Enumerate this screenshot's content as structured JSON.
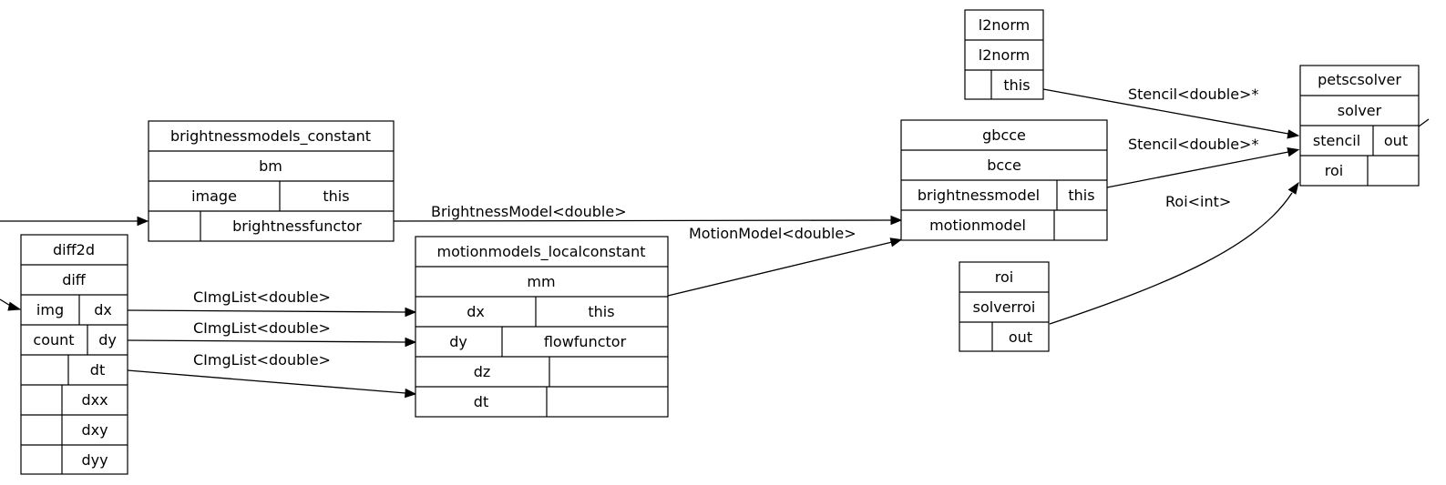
{
  "nodes": {
    "l2norm": {
      "type": "l2norm",
      "name": "l2norm",
      "ports": [
        "",
        "this"
      ]
    },
    "petscsolver": {
      "type": "petscsolver",
      "name": "solver",
      "ports": [
        "stencil",
        "out",
        "roi",
        ""
      ]
    },
    "brightnessmodels_constant": {
      "type": "brightnessmodels_constant",
      "name": "bm",
      "ports": [
        "image",
        "this",
        "",
        "brightnessfunctor"
      ]
    },
    "gbcce": {
      "type": "gbcce",
      "name": "bcce",
      "ports": [
        "brightnessmodel",
        "this",
        "motionmodel",
        ""
      ]
    },
    "diff2d": {
      "type": "diff2d",
      "name": "diff",
      "ports": [
        "img",
        "dx",
        "count",
        "dy",
        "",
        "dt",
        "",
        "dxx",
        "",
        "dxy",
        "",
        "dyy"
      ]
    },
    "motionmodels_localconstant": {
      "type": "motionmodels_localconstant",
      "name": "mm",
      "ports": [
        "dx",
        "this",
        "dy",
        "flowfunctor",
        "dz",
        "",
        "dt",
        ""
      ]
    },
    "roi": {
      "type": "roi",
      "name": "solverroi",
      "ports": [
        "",
        "out"
      ]
    }
  },
  "edges": {
    "l2norm_to_solver": "Stencil<double>*",
    "gbcce_to_solver": "Stencil<double>*",
    "roi_to_solver": "Roi<int>",
    "bm_to_gbcce": "BrightnessModel<double>",
    "mm_to_gbcce": "MotionModel<double>",
    "dx_to_mm": "CImgList<double>",
    "dy_to_mm": "CImgList<double>",
    "dt_to_mm": "CImgList<double>"
  }
}
